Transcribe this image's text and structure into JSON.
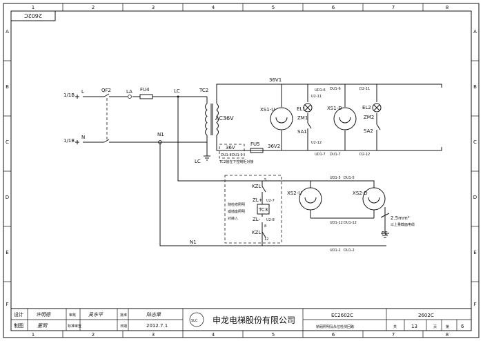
{
  "sheet": {
    "drawing_tag": "2602C",
    "columns": [
      "1",
      "2",
      "3",
      "4",
      "5",
      "6",
      "7",
      "8"
    ],
    "rows": [
      "A",
      "B",
      "C",
      "D",
      "E",
      "F"
    ]
  },
  "circuit": {
    "source_l": "1/1B",
    "source_n": "1/1B",
    "l": "L",
    "n": "N",
    "qf2": "QF2",
    "la": "LA",
    "fu4": "FU4",
    "lc_top": "LC",
    "tc2": "TC2",
    "ac36v": "AC36V",
    "n1_top": "N1",
    "box_36v": "36V",
    "term_du1_8": "DU1-8",
    "term_du1_9": "DU1-9",
    "tc2_note": "TC2装在下控制柜对接",
    "fu5": "FU5",
    "v36_1": "36V1",
    "v36_2": "36V2",
    "lc_left": "LC",
    "xs1u": "XS1-U",
    "xs1d": "XS1-D",
    "el1": "EL1",
    "el2": "EL2",
    "zm1": "ZM1",
    "zm2": "ZM2",
    "sa1": "SA1",
    "sa2": "SA2",
    "t_ud1_6": "UD1-6",
    "t_du1_6": "DU1-6",
    "t_d2_11": "D2-11",
    "t_u2_11": "U2-11",
    "t_u2_12": "U2-12",
    "t_ud1_7": "UD1-7",
    "t_du1_7": "DU1-7",
    "t_d2_12": "D2-12",
    "kzl_top": "KZL",
    "kzl_bot": "KZL",
    "zl_plus": "ZL+",
    "zl_minus": "ZL-",
    "tc3": "TC3",
    "n5": "5",
    "n8": "8",
    "n12": "12",
    "t_u2_7": "U2-7",
    "t_u2_8": "U2-8",
    "box_note": [
      "随检修照明",
      "或插座照明",
      "对接入"
    ],
    "xs2u": "XS2-U",
    "xs2d": "XS2-D",
    "t_ud1_5": "UD1-5",
    "t_du1_5": "DU1-5",
    "t_ud1_12": "UD1-12",
    "t_du1_12": "DU1-12",
    "t_ud1_2": "UD1-2",
    "t_du1_2": "DU1-2",
    "cable": "2.5mm²",
    "cable_note": "以上量截面电缆",
    "pe": "PE",
    "n1_bot": "N1"
  },
  "title_block": {
    "designed_label": "设计",
    "designed_by": "许明德",
    "checked_label": "审核",
    "checked_by": "吴东平",
    "approved_label": "批准",
    "approved_by": "陆志果",
    "drawn_label": "制图",
    "drawn_by": "董明",
    "std_label": "标准审查",
    "date_label": "日期",
    "date": "2012.7.1",
    "company": "申龙电梯股份有限公司",
    "doc_code": "EC2602C",
    "doc_title": "轿厢照明及永位检测回路",
    "drawing_no": "2602C",
    "total_label": "共",
    "total_pages": "13",
    "page_unit": "页",
    "sheet_label": "第",
    "sheet_no": "6",
    "sheet_unit": "页",
    "logo_text": "SLC"
  }
}
